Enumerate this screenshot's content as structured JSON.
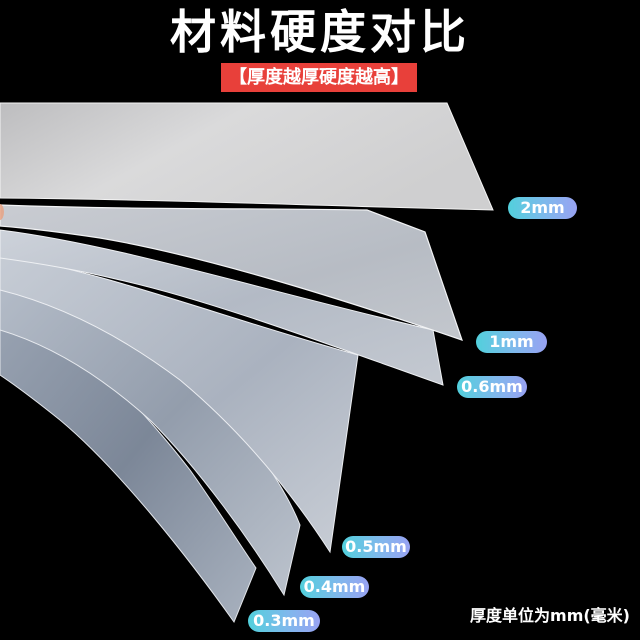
{
  "header": {
    "title": "材料硬度对比",
    "subtitle": "【厚度越厚硬度越高】"
  },
  "colors": {
    "background": "#000000",
    "subtitle_bg": "#e8403a",
    "badge_gradient_start": "#52d0dc",
    "badge_gradient_end": "#98a2f2",
    "sheet_light": "#d6d7d9",
    "sheet_shadow": "#8e99aa"
  },
  "sheets": [
    {
      "thickness": "2mm",
      "label": "2mm"
    },
    {
      "thickness": "1mm",
      "label": "1mm"
    },
    {
      "thickness": "0.6mm",
      "label": "0.6mm"
    },
    {
      "thickness": "0.5mm",
      "label": "0.5mm"
    },
    {
      "thickness": "0.4mm",
      "label": "0.4mm"
    },
    {
      "thickness": "0.3mm",
      "label": "0.3mm"
    }
  ],
  "footer": {
    "unit_note": "厚度单位为mm(毫米)"
  }
}
